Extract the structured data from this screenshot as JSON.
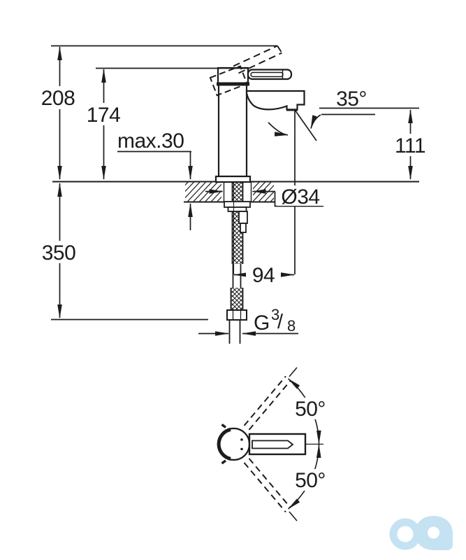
{
  "drawing_type": "faucet-installation-dimension-drawing",
  "colors": {
    "line": "#1c1c1c",
    "background": "#ffffff",
    "watermark": "#c5e2f3"
  },
  "side_view": {
    "overall_height": "208",
    "height_to_lever_top": "174",
    "max_mounting_thickness": "max.30",
    "spout_angle": "35°",
    "outlet_height": "111",
    "hole_diameter": "Ø34",
    "hose_length": "350",
    "spout_reach": "94",
    "thread": {
      "prefix": "G",
      "numerator": "3",
      "slash": "/",
      "denominator": "8"
    }
  },
  "top_view": {
    "handle_swing_up": "50°",
    "handle_swing_down": "50°"
  }
}
